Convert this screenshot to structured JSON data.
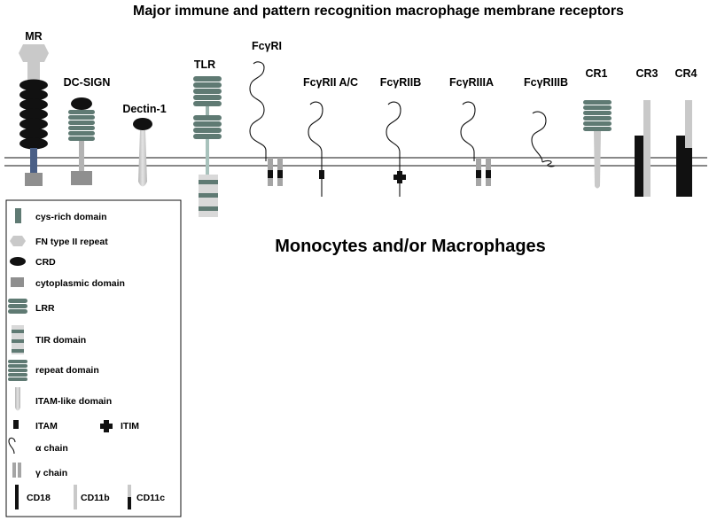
{
  "title": "Major immune and pattern recognition macrophage membrane receptors",
  "subtitle": "Monocytes and/or Macrophages",
  "receptors": {
    "mr": "MR",
    "dcsign": "DC-SIGN",
    "dectin1": "Dectin-1",
    "tlr": "TLR",
    "fcgri": "FcγRI",
    "fcgriiac": "FcγRII A/C",
    "fcgriib": "FcγRIIB",
    "fcgriiia": "FcγRIIIA",
    "fcgriiib": "FcγRIIIB",
    "cr1": "CR1",
    "cr3": "CR3",
    "cr4": "CR4"
  },
  "legend": {
    "cys_rich": "cys-rich domain",
    "fn_type_ii": "FN type II repeat",
    "crd": "CRD",
    "cytoplasmic": "cytoplasmic domain",
    "lrr": "LRR",
    "tir": "TIR domain",
    "repeat": "repeat domain",
    "itam_like": "ITAM-like domain",
    "itam": "ITAM",
    "itim": "ITIM",
    "alpha_chain": "α chain",
    "gamma_chain": "γ chain",
    "cd18": "CD18",
    "cd11b": "CD11b",
    "cd11c": "CD11c"
  },
  "colors": {
    "green_gray": "#5f7a73",
    "light_gray": "#c9c9c9",
    "mid_gray": "#8f8f8f",
    "black": "#111111",
    "blue": "#4a5f86"
  }
}
